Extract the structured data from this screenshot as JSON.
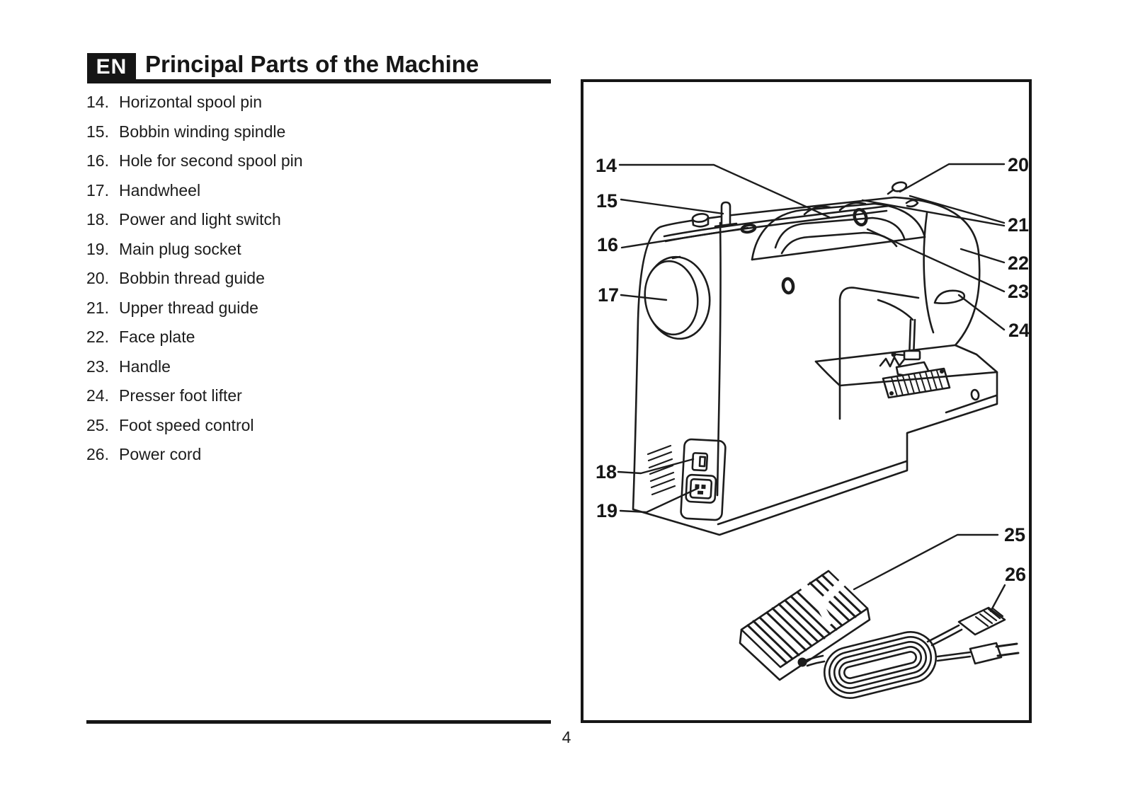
{
  "header": {
    "badge": "EN",
    "title": "Principal Parts of the Machine"
  },
  "parts_list": [
    {
      "num": "14.",
      "label": "Horizontal spool pin"
    },
    {
      "num": "15.",
      "label": "Bobbin winding spindle"
    },
    {
      "num": "16.",
      "label": "Hole for second spool pin"
    },
    {
      "num": "17.",
      "label": "Handwheel"
    },
    {
      "num": "18.",
      "label": "Power and light switch"
    },
    {
      "num": "19.",
      "label": "Main plug socket"
    },
    {
      "num": "20.",
      "label": "Bobbin thread guide"
    },
    {
      "num": "21.",
      "label": "Upper thread guide"
    },
    {
      "num": "22.",
      "label": "Face plate"
    },
    {
      "num": "23.",
      "label": "Handle"
    },
    {
      "num": "24.",
      "label": "Presser foot lifter"
    },
    {
      "num": "25.",
      "label": "Foot speed control"
    },
    {
      "num": "26.",
      "label": "Power cord"
    }
  ],
  "diagram": {
    "callouts": [
      "14",
      "15",
      "16",
      "17",
      "18",
      "19",
      "20",
      "21",
      "22",
      "23",
      "24",
      "25",
      "26"
    ]
  },
  "footer": {
    "page_number": "4"
  },
  "colors": {
    "ink": "#1c1c1c",
    "paper": "#ffffff"
  }
}
